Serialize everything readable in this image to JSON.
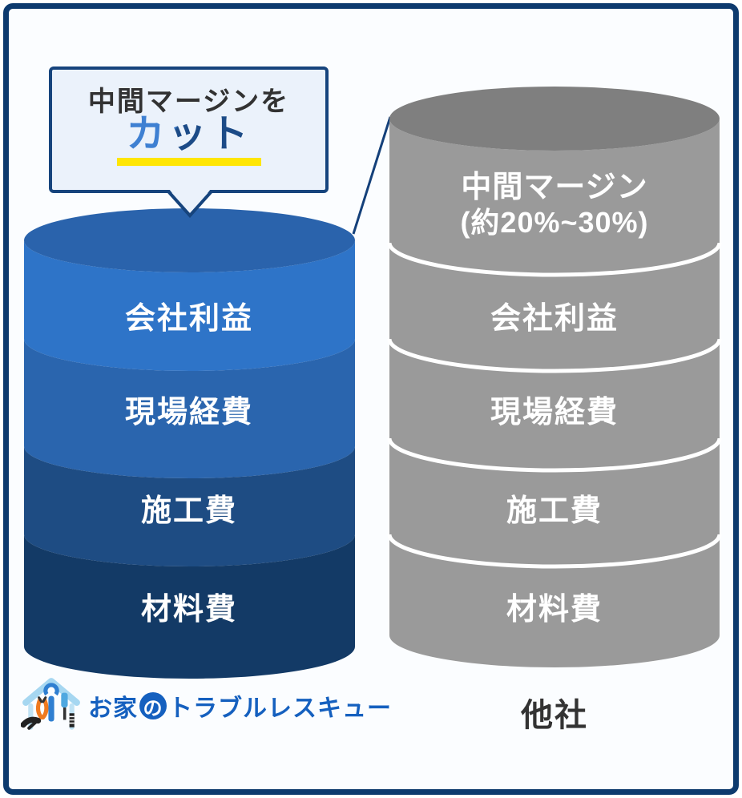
{
  "bubble": {
    "line1": "中間マージンを",
    "line2": "カット"
  },
  "left_cylinder": {
    "layers": [
      {
        "label": "会社利益"
      },
      {
        "label": "現場経費"
      },
      {
        "label": "施工費"
      },
      {
        "label": "材料費"
      }
    ]
  },
  "right_cylinder": {
    "top_layer": {
      "label_line1": "中間マージン",
      "label_line2": "(約20%~30%)"
    },
    "layers": [
      {
        "label": "会社利益"
      },
      {
        "label": "現場経費"
      },
      {
        "label": "施工費"
      },
      {
        "label": "材料費"
      }
    ],
    "caption": "他社"
  },
  "logo": {
    "icon": "house-with-tools-icon",
    "text_before": "お家",
    "text_circle": "の",
    "text_after": "トラブルレスキュー"
  },
  "colors": {
    "frame_border": "#0d3a6e",
    "background": "#fbfdff",
    "bubble_bg": "#ebf2fb",
    "bubble_border": "#16447d",
    "bubble_text": "#323232",
    "cut_text_light": "#3e80d2",
    "cut_text_dark": "#1c4b87",
    "cut_underline": "#ffe604",
    "blue_top_ellipse": "#2a63ac",
    "blue_layers": [
      "#2e74c8",
      "#2a65ae",
      "#1e4c83",
      "#133a66"
    ],
    "gray_top_ellipse": "#7f7f7f",
    "gray_body": "#9a9a9a",
    "separator": "#ffffff",
    "connector_line": "#14407a",
    "logo_blue": "#1560bf",
    "caption_text": "#333333"
  }
}
